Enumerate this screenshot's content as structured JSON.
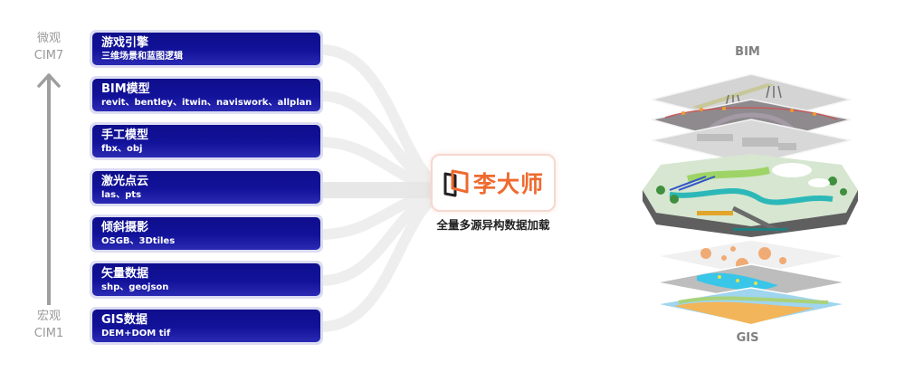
{
  "scale": {
    "top": {
      "line1": "微观",
      "line2": "CIM7"
    },
    "bottom": {
      "line1": "宏观",
      "line2": "CIM1"
    },
    "arrow_color": "#9e9e9e"
  },
  "sources": [
    {
      "title": "游戏引擎",
      "subtitle": "三维场景和蓝图逻辑"
    },
    {
      "title": "BIM模型",
      "subtitle": "revit、bentley、itwin、naviswork、allplan"
    },
    {
      "title": "手工模型",
      "subtitle": "fbx、obj"
    },
    {
      "title": "激光点云",
      "subtitle": "las、pts"
    },
    {
      "title": "倾斜摄影",
      "subtitle": "OSGB、3Dtiles"
    },
    {
      "title": "矢量数据",
      "subtitle": "shp、geojson"
    },
    {
      "title": "GIS数据",
      "subtitle": "DEM+DOM tif"
    }
  ],
  "brand": {
    "name": "李大师",
    "caption": "全量多源异构数据加载",
    "logo_icon": "door-frame-icon",
    "accent_color": "#ef6a2e"
  },
  "stack": {
    "top_label": "BIM",
    "bottom_label": "GIS",
    "layers": [
      "bim-structure-layer",
      "pipeline-layer",
      "building-layer",
      "city-model",
      "heatmap-layer",
      "vector-layer",
      "terrain-layer"
    ]
  },
  "colors": {
    "box_fill": "#12129a",
    "box_border": "#dcdcf2",
    "flow": "#ececec"
  }
}
